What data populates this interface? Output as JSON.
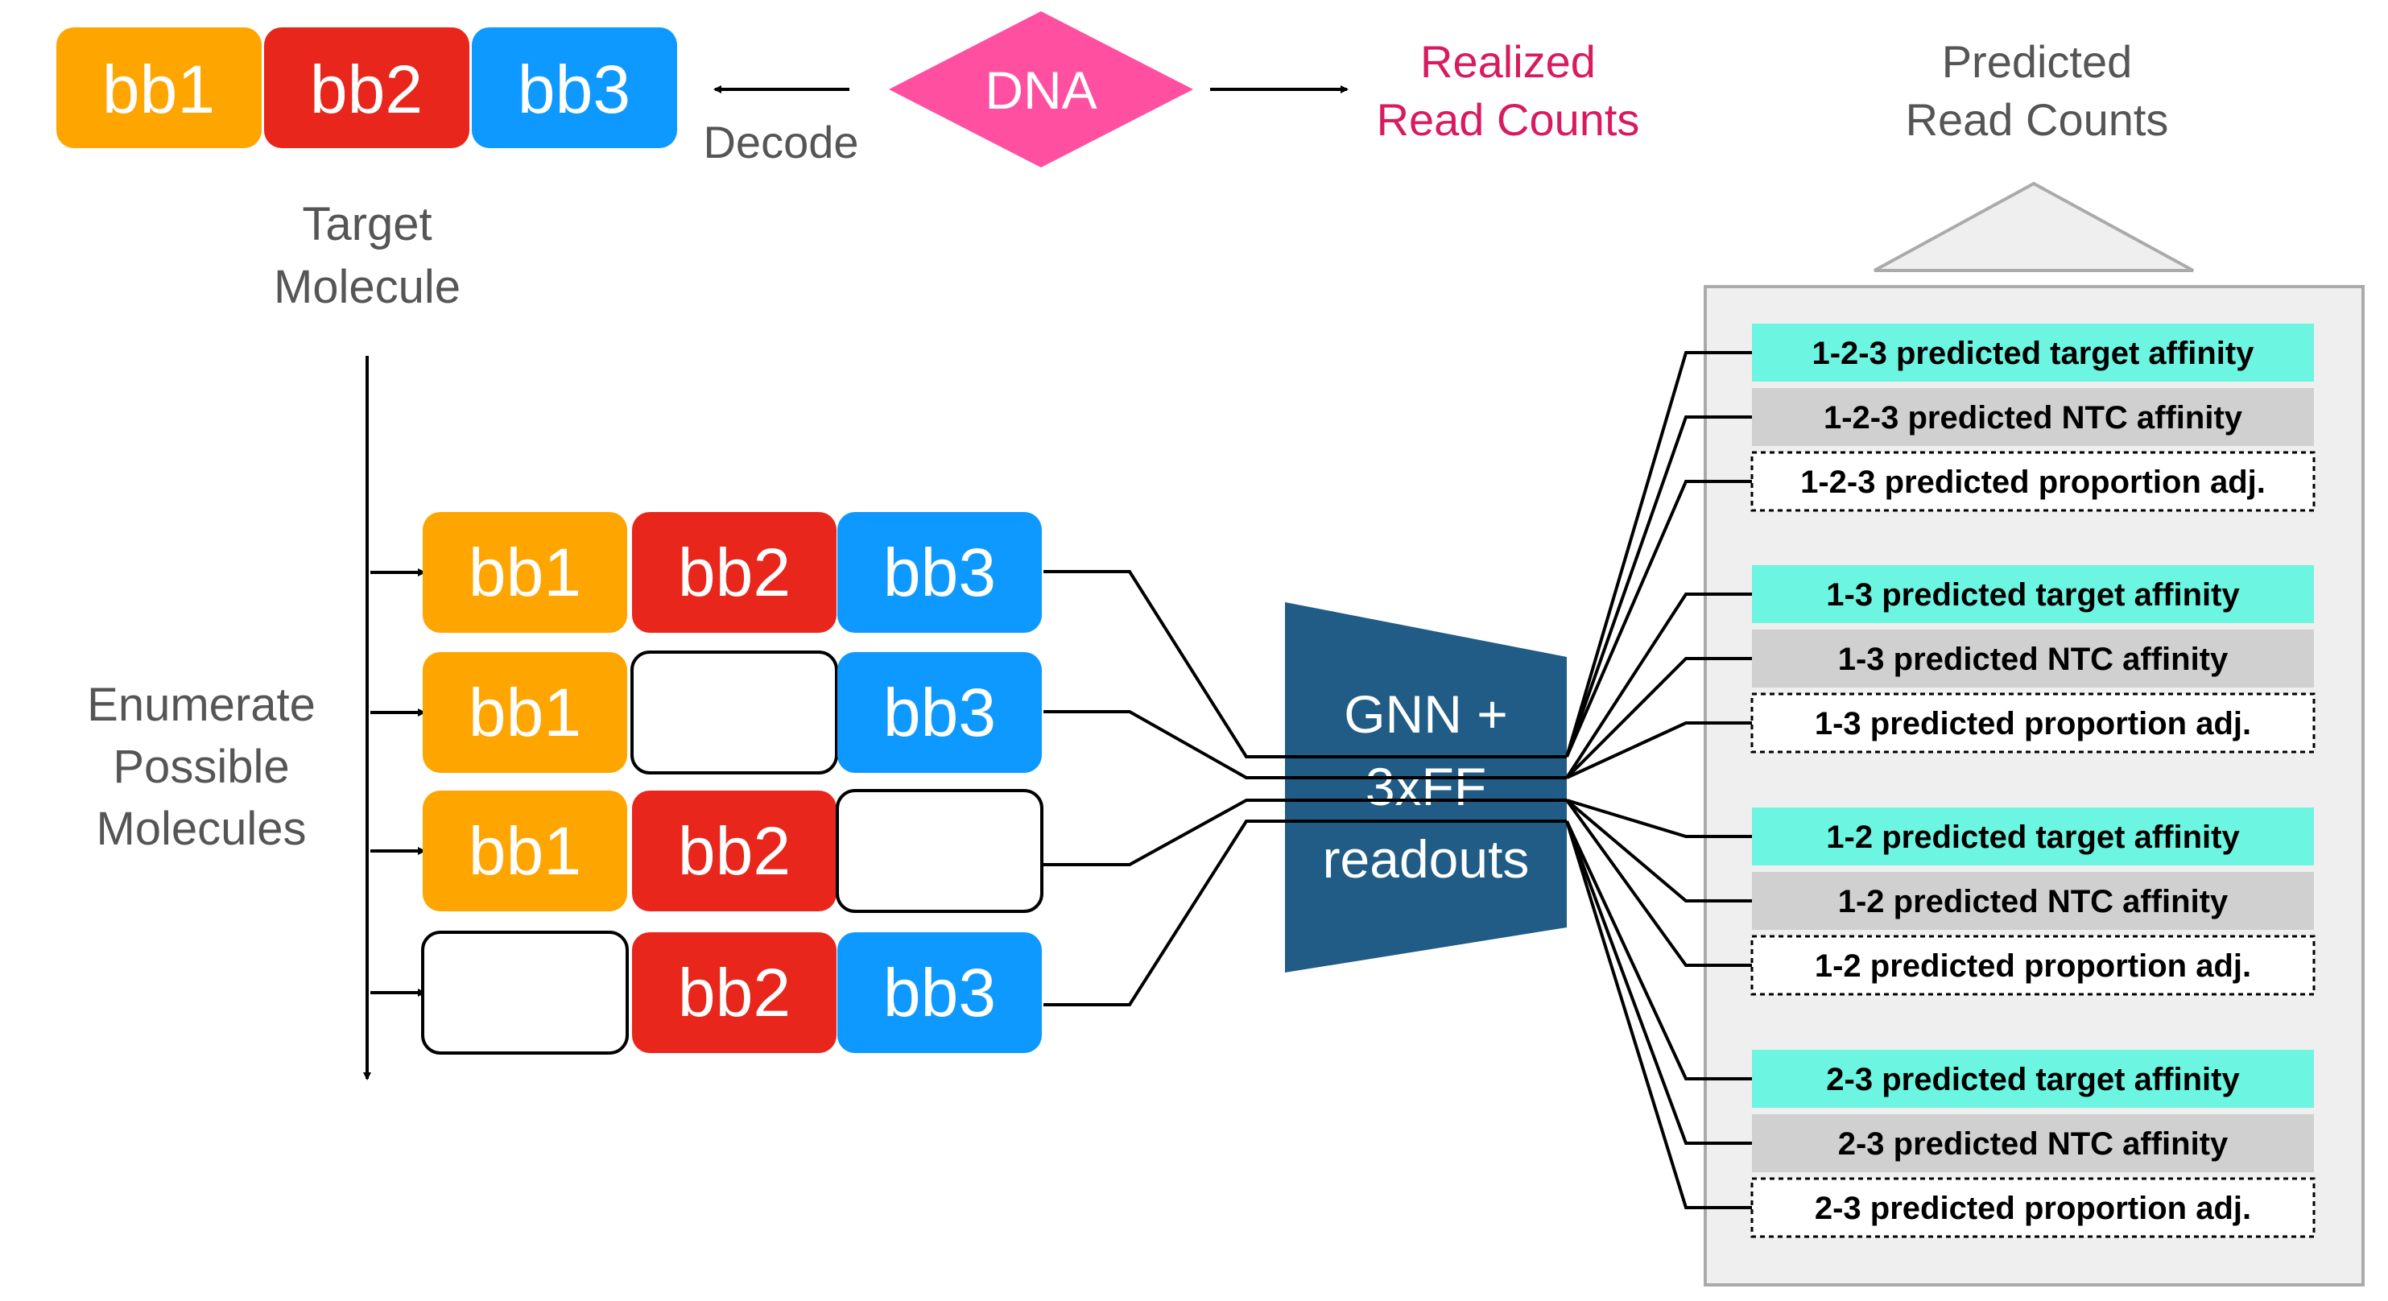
{
  "colors": {
    "bb1": "#FFA500",
    "bb2": "#E8261C",
    "bb3": "#0D99FF",
    "dna": "#FF4FA0",
    "realized": "#D81B60",
    "gnn": "#205C85",
    "target_row": "#6CF5E0",
    "ntc_row": "#D0D0D0",
    "panel_bg": "#EFEFEF",
    "panel_border": "#AAAAAA",
    "gray_text": "#555555"
  },
  "top": {
    "blocks": [
      "bb1",
      "bb2",
      "bb3"
    ],
    "target_label": [
      "Target",
      "Molecule"
    ],
    "decode_label": "Decode",
    "dna_label": "DNA",
    "realized_label": [
      "Realized",
      "Read Counts"
    ],
    "predicted_label": [
      "Predicted",
      "Read Counts"
    ]
  },
  "enumerate_label": [
    "Enumerate",
    "Possible",
    "Molecules"
  ],
  "molecules": [
    [
      "bb1",
      "bb2",
      "bb3"
    ],
    [
      "bb1",
      "",
      "bb3"
    ],
    [
      "bb1",
      "bb2",
      ""
    ],
    [
      "",
      "bb2",
      "bb3"
    ]
  ],
  "model_label": [
    "GNN +",
    "3xFF",
    "readouts"
  ],
  "outputs": [
    {
      "target": "1-2-3 predicted target affinity",
      "ntc": "1-2-3 predicted NTC affinity",
      "prop": "1-2-3 predicted proportion  adj."
    },
    {
      "target": "1-3 predicted target affinity",
      "ntc": "1-3 predicted NTC affinity",
      "prop": "1-3 predicted proportion  adj."
    },
    {
      "target": "1-2 predicted target affinity",
      "ntc": "1-2 predicted NTC affinity",
      "prop": "1-2 predicted proportion  adj."
    },
    {
      "target": "2-3 predicted target affinity",
      "ntc": "2-3 predicted NTC affinity",
      "prop": "2-3 predicted proportion  adj."
    }
  ]
}
